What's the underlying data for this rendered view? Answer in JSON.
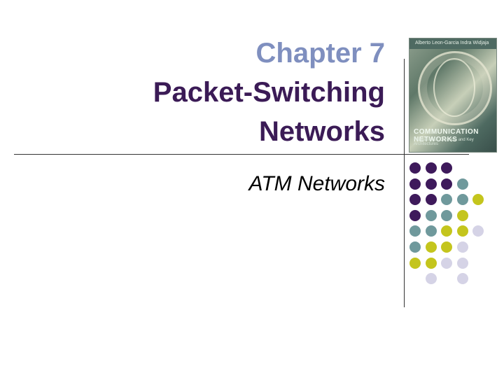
{
  "slide": {
    "title_line1": "Chapter 7",
    "title_line2": "Packet-Switching",
    "title_line3": "Networks",
    "subtitle": "ATM Networks"
  },
  "book_cover": {
    "title": "COMMUNICATION NETWORKS",
    "authors": "Alberto Leon-Garcia    Indra Widjaja",
    "subtitle_text": "Fundamental Concepts and Key Architectures"
  },
  "palette": {
    "purple": "#3e1a5b",
    "teal": "#6f999c",
    "olive": "#c4c51d",
    "lavender": "#d5d3e6"
  },
  "dot_grid": [
    [
      "purple",
      "purple",
      "purple",
      null,
      null
    ],
    [
      "purple",
      "purple",
      "purple",
      "teal",
      null
    ],
    [
      "purple",
      "purple",
      "teal",
      "teal",
      "olive"
    ],
    [
      "purple",
      "teal",
      "teal",
      "olive",
      null
    ],
    [
      "teal",
      "teal",
      "olive",
      "olive",
      "lavender"
    ],
    [
      "teal",
      "olive",
      "olive",
      "lavender",
      null
    ],
    [
      "olive",
      "olive",
      "lavender",
      "lavender",
      null
    ],
    [
      null,
      "lavender",
      null,
      "lavender",
      null
    ]
  ]
}
